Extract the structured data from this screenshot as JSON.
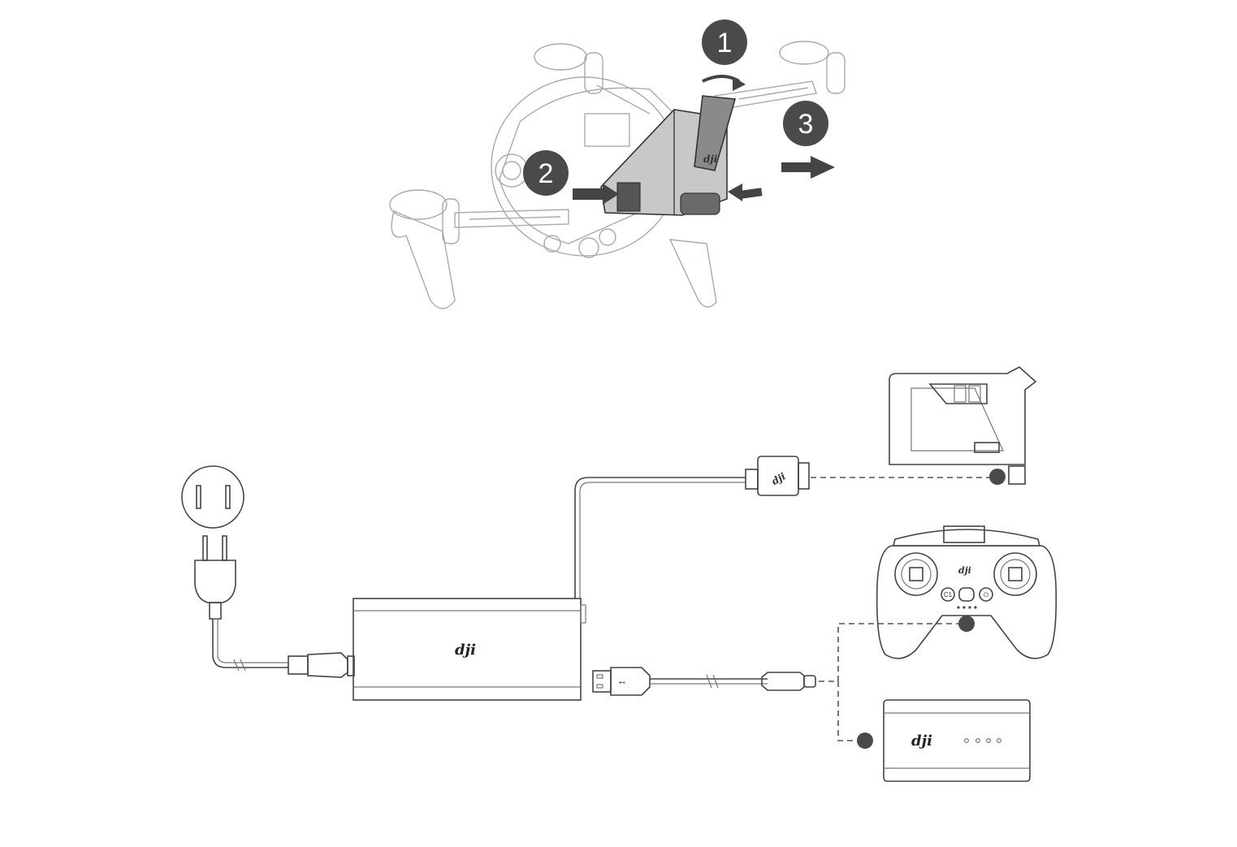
{
  "steps": [
    {
      "number": "1"
    },
    {
      "number": "2"
    },
    {
      "number": "3"
    }
  ],
  "logos": {
    "charging_hub": "dji",
    "cable_connector": "dji",
    "remote_controller": "dji",
    "flight_battery": "dji",
    "goggles_battery": "dji"
  },
  "remote_buttons": {
    "c1": "C1",
    "power": "⏻"
  },
  "colors": {
    "step_badge": "#4a4a4a",
    "battery_fill": "#c8c8c8",
    "line": "#444444",
    "drone_line": "#aaaaaa",
    "connection_dot": "#4a4a4a"
  }
}
